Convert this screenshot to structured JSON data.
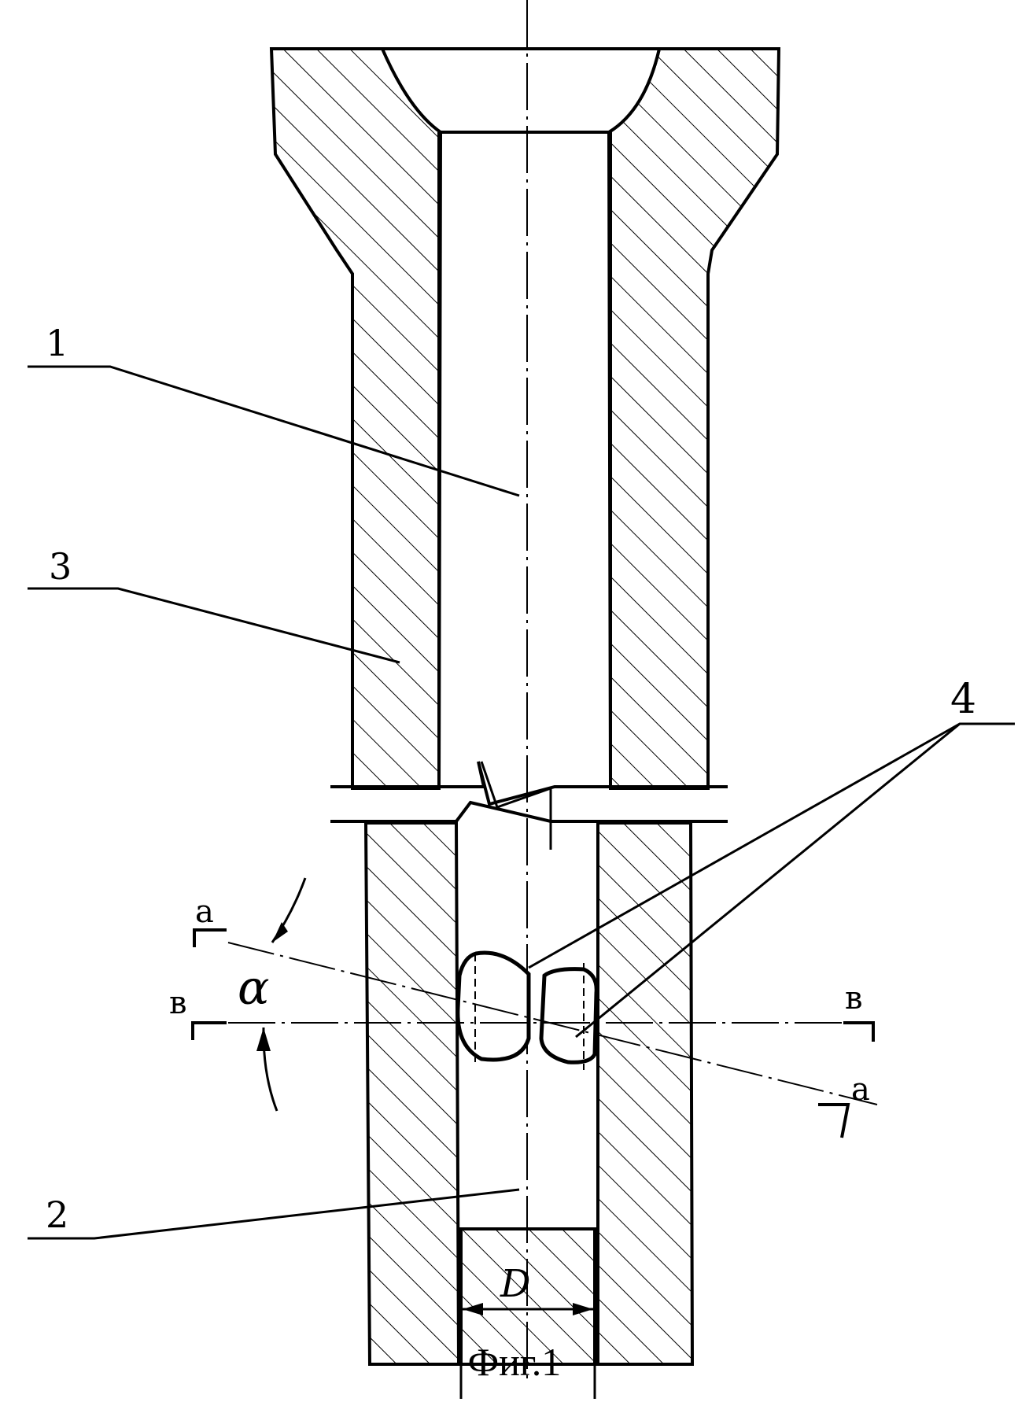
{
  "figure": {
    "caption": "Фиг.1",
    "callouts": {
      "c1": "1",
      "c2": "2",
      "c3": "3",
      "c4": "4"
    },
    "section_marks": {
      "a_left": "а",
      "a_right": "а",
      "b_left": "в",
      "b_right": "в"
    },
    "angle_label": "α",
    "dimension_label": "D"
  }
}
